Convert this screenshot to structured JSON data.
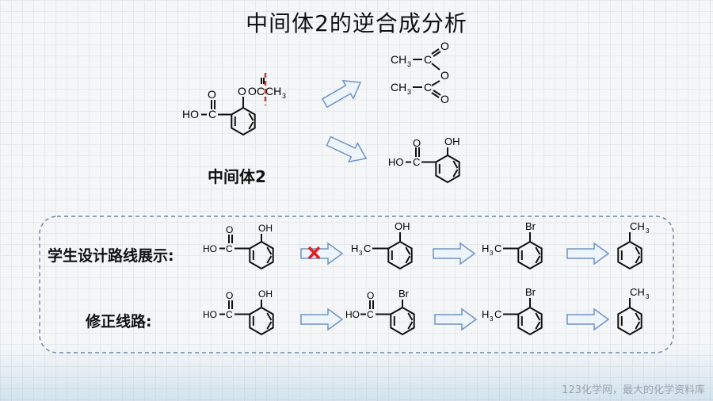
{
  "title": "中间体2的逆合成分析",
  "intermediate_label": "中间体2",
  "student_route_label": "学生设计路线展示:",
  "corrected_route_label": "修正线路:",
  "watermark": "123化学网，最大的化学资料库",
  "chem": {
    "OH": "OH",
    "HO": "HO",
    "O": "O",
    "C": "C",
    "CH3": "CH",
    "sub3": "3",
    "H3C_H": "H",
    "H3C_C": "C",
    "Br": "Br"
  },
  "colors": {
    "arrow_fill": "#eef4fb",
    "arrow_stroke": "#6f93c4",
    "cut_line": "#d6322b",
    "cross": "#e02020",
    "box_border": "#6e86a8"
  }
}
